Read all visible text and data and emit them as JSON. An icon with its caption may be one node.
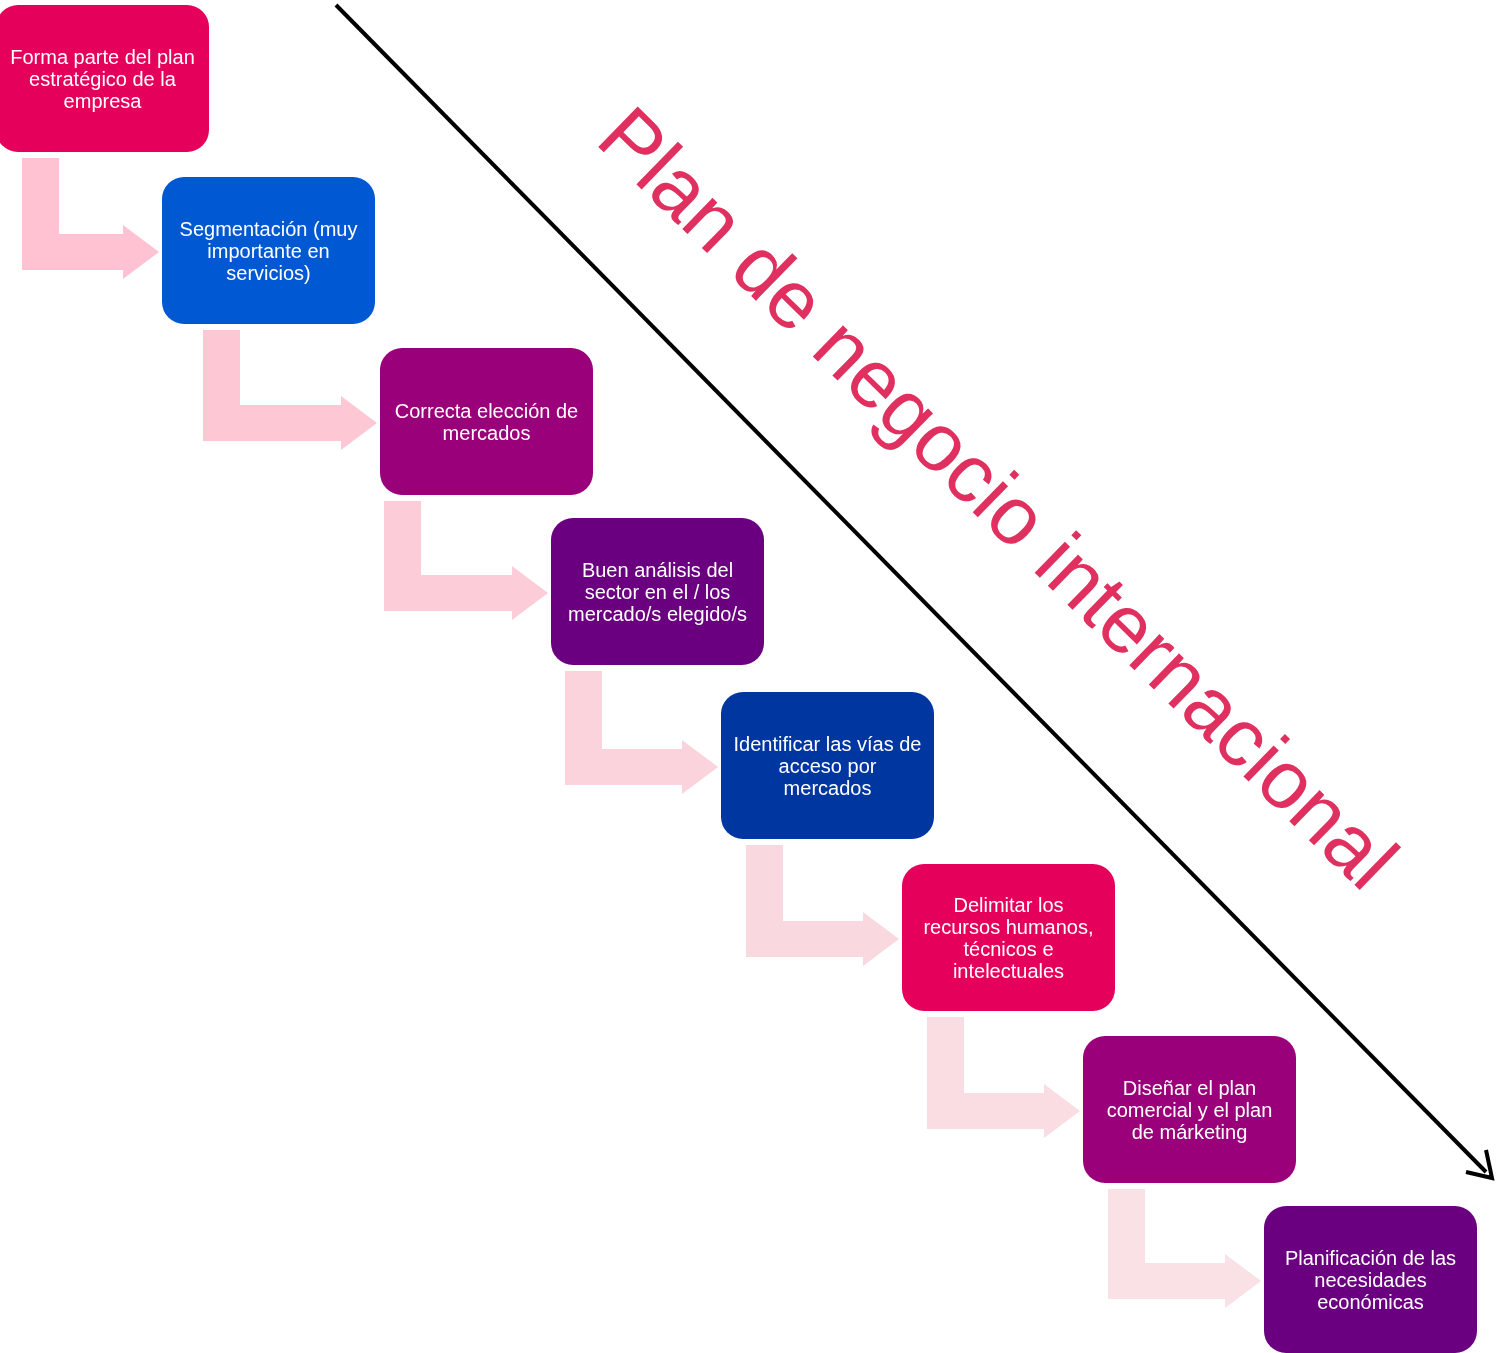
{
  "diagram": {
    "title": "Plan de negocio internacional",
    "nodes": [
      {
        "text": [
          "Forma parte del plan estratégico de la empresa"
        ]
      },
      {
        "text": [
          "Segmentación (muy importante en servicios)"
        ]
      },
      {
        "text": [
          "Correcta elección de mercados"
        ]
      },
      {
        "text": [
          "Buen análisis del sector en el / los mercado/s elegido/s"
        ]
      },
      {
        "text": [
          "Identificar las vías de acceso por mercados"
        ]
      },
      {
        "text": [
          "Delimitar los recursos humanos, técnicos e intelectuales"
        ]
      },
      {
        "text": [
          "Diseñar el plan comercial y el plan de márketing"
        ]
      },
      {
        "text": [
          "Planificación de las necesidades económicas"
        ]
      }
    ],
    "edges": [
      {
        "from": 0,
        "to": 1,
        "arrow": "to"
      },
      {
        "from": 1,
        "to": 2,
        "arrow": "to"
      },
      {
        "from": 2,
        "to": 3,
        "arrow": "to"
      },
      {
        "from": 3,
        "to": 4,
        "arrow": "to"
      },
      {
        "from": 4,
        "to": 5,
        "arrow": "to"
      },
      {
        "from": 5,
        "to": 6,
        "arrow": "to"
      },
      {
        "from": 6,
        "to": 7,
        "arrow": "to"
      }
    ]
  }
}
